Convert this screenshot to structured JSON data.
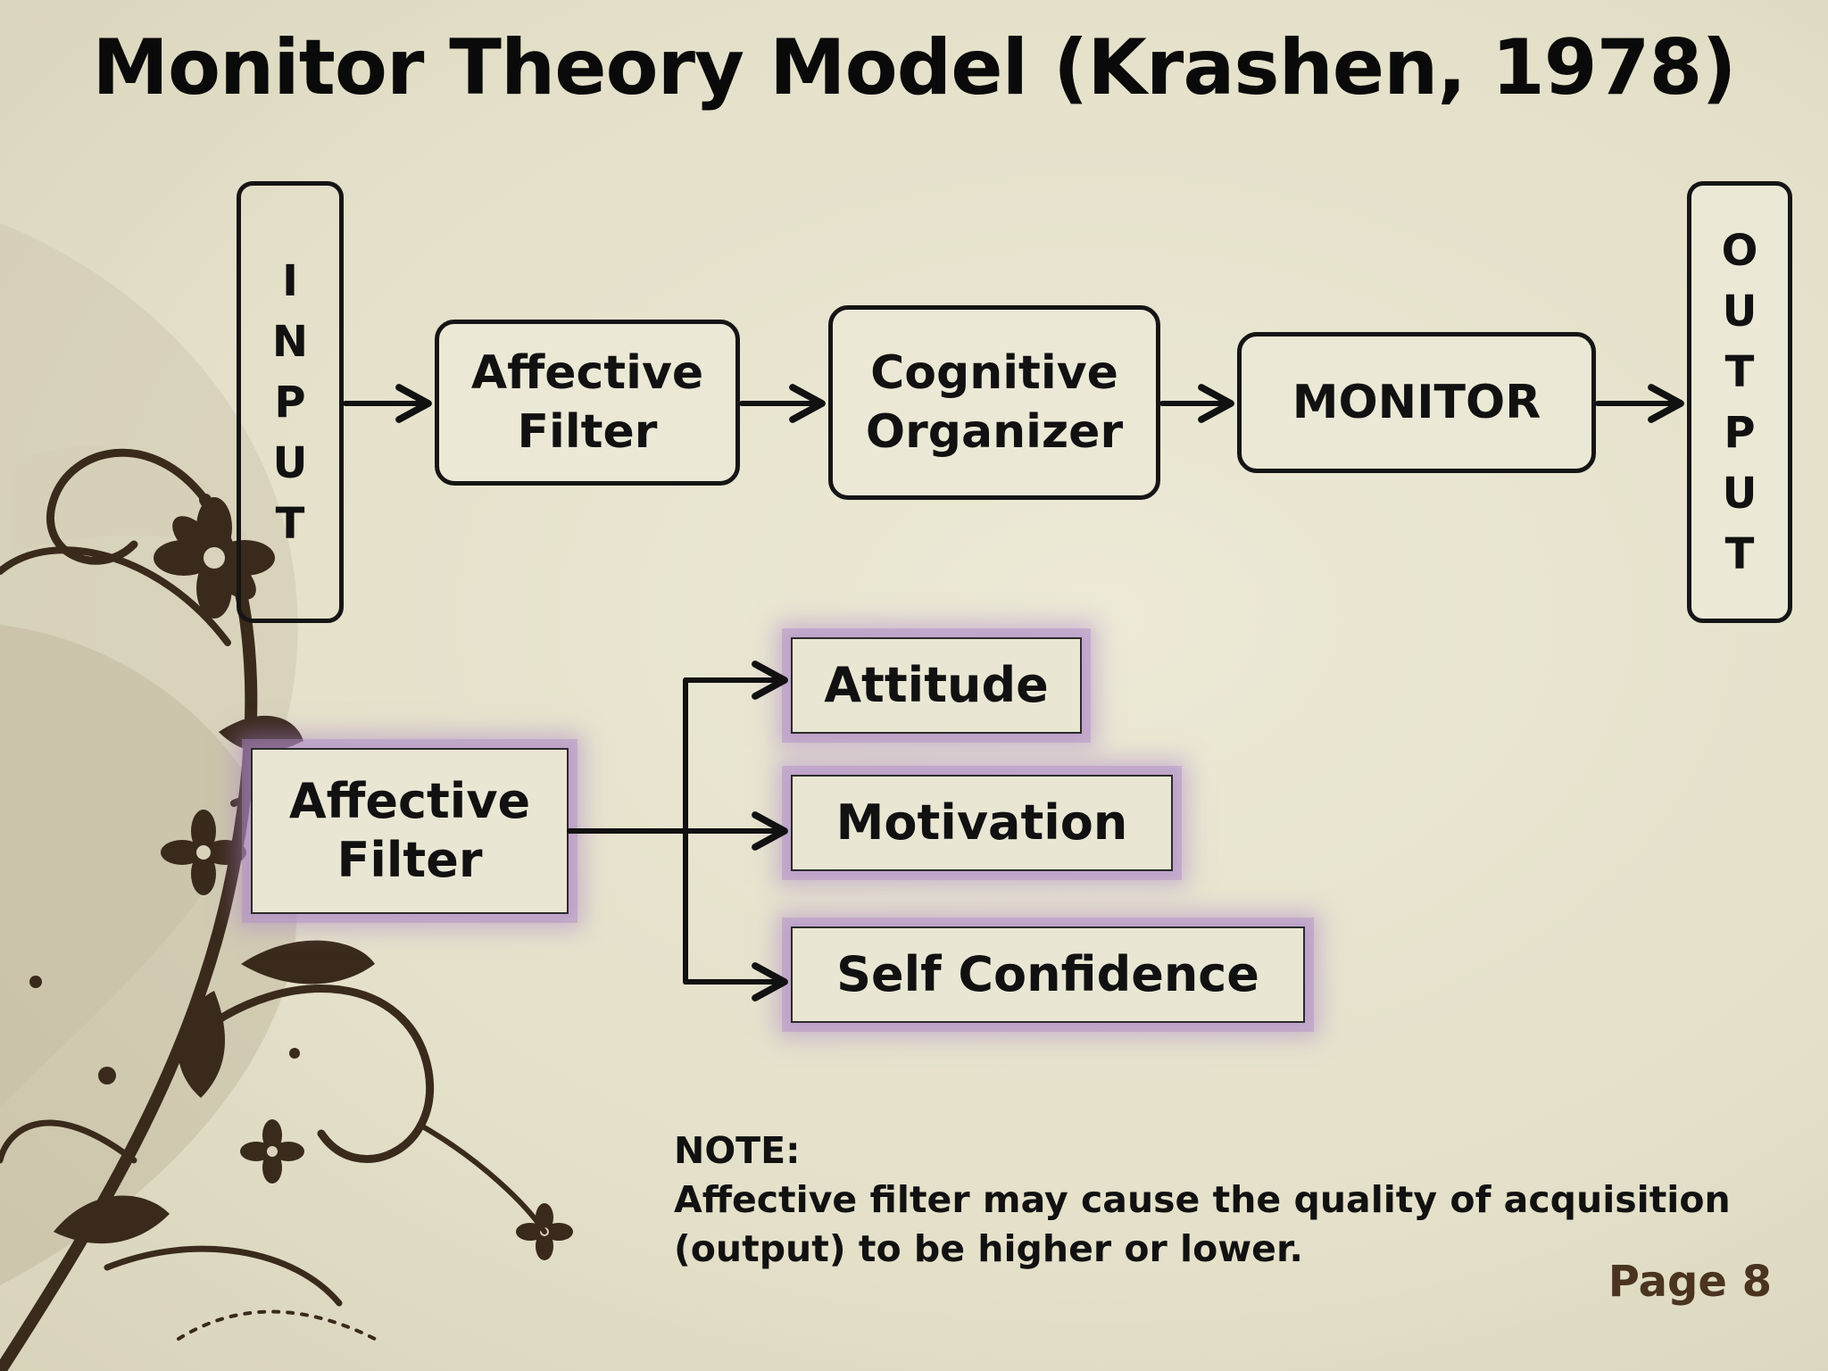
{
  "title": "Monitor Theory Model (Krashen, 1978)",
  "input_box": {
    "letters": [
      "I",
      "N",
      "P",
      "U",
      "T"
    ]
  },
  "output_box": {
    "letters": [
      "O",
      "U",
      "T",
      "P",
      "U",
      "T"
    ]
  },
  "flow": {
    "affective_filter": "Affective\nFilter",
    "cognitive_organizer": "Cognitive\nOrganizer",
    "monitor": "MONITOR"
  },
  "breakdown": {
    "source": "Affective\nFilter",
    "factors": [
      "Attitude",
      "Motivation",
      "Self Confidence"
    ]
  },
  "note": {
    "heading": "NOTE:",
    "line1": "Affective filter may cause the quality of acquisition",
    "line2": "(output) to be higher or lower."
  },
  "page_label": "Page 8",
  "colors": {
    "glow": "#b08cc8",
    "box_border": "#151515",
    "background": "#e4e0c9",
    "decoration": "#3a2a1c",
    "page_label": "#4a3420"
  }
}
